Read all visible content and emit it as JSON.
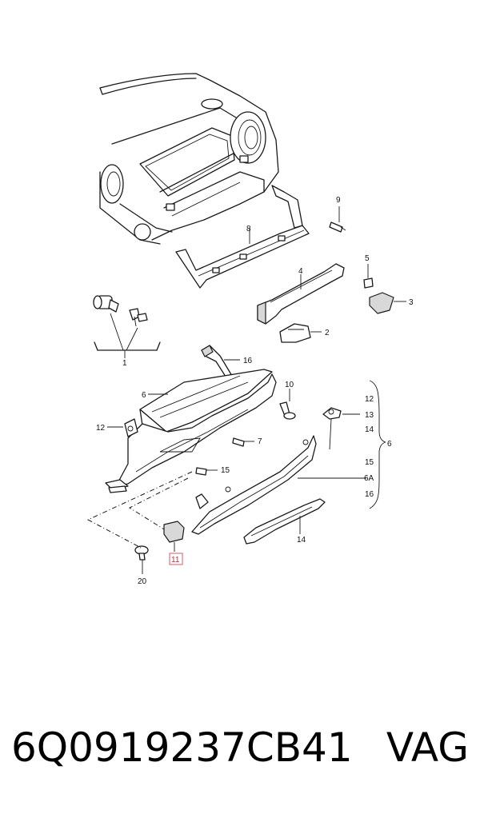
{
  "labels": {
    "l1": "1",
    "l2": "2",
    "l3": "3",
    "l4": "4",
    "l5": "5",
    "l6a": "6",
    "l6b": "6",
    "l6A": "6A",
    "l7": "7",
    "l8": "8",
    "l9": "9",
    "l10": "10",
    "l11": "11",
    "l12a": "12",
    "l12b": "12",
    "l13": "13",
    "l14a": "14",
    "l14b": "14",
    "l15a": "15",
    "l15b": "15",
    "l16a": "16",
    "l16b": "16",
    "l20": "20"
  },
  "highlight_color": "#e25566",
  "footer": {
    "part_number": "6Q0919237CB41",
    "brand": "VAG"
  }
}
